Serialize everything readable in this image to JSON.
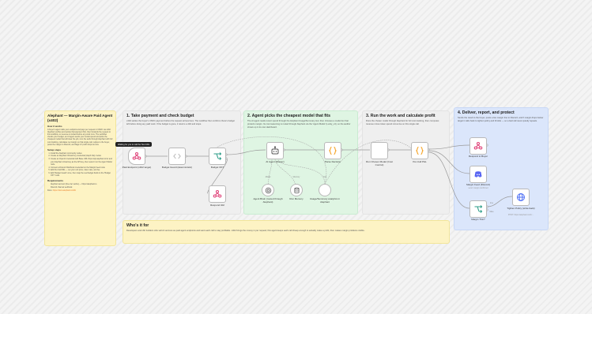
{
  "intro_note": {
    "title": "Alephant — Margin-Aware Paid Agent (x402)",
    "how_heading": "How it works",
    "how_text": "A buyer's agent calls your endpoint and pays per request in USDC via x402. Alephant verifies and settles that payment first, then forwards the request to this workflow, so revenue is locked before any work runs. The workflow checks your budget, an AI agent sends your model spend and picks the cheapest model that will clear the job, runs the work through Alephant with full cost tracking, calculates net margin on that single call, replies to the buyer, posts the margin to Discord, and flags it if profit drops too low.",
    "setup_heading": "Setup steps",
    "setup_steps": [
      "Install the Alephant community nodes",
      "Create an Alephant Virtual Key credential (Aleph link). below",
      "Create an OpenAI credential with Base URL https://api.alephant.io/v1 and your Alephant virtual key as the API key, then select it on the Agent Model node",
      "Connect a Discord Webhook credential on the Margin Feed node",
      "Edit Per-Call P&L — set your unit price, token rate, and fee",
      "Edit 'Budget Guard' once, then map the real budget fields to the 'Budget OK?' node"
    ],
    "req_heading": "Requirements",
    "requirements": [
      "Alephant account (free tier works) — https://alephant.io",
      "Discord channel webhook"
    ],
    "docs_label": "Docs:",
    "docs_link": "https://docs.alephant.io/n8n"
  },
  "sections": {
    "s1": {
      "title": "1. Take payment and check budget",
      "text": "x402 settles the buyer's USDC payment before the request arrives here. The workflow then confirms there's budget left before doing any paid work. If the budget is gone, it returns a 402 and stops."
    },
    "s2": {
      "title": "2. Agent picks the cheapest model that fits",
      "text": "The AI agent reads recent spend through the Alephant Usage/Summary tool, then chooses a model tier that protects margin. Its cost reasoning is routed through Alephant via the 'Agent Model' (Lucky_v4), so the auditor shows up in its own dashboard."
    },
    "s3": {
      "title": "3. Run the work and calculate profit",
      "text": "Runs the chosen model through Alephant for full cost tracking, then computes revenue minus token spend minus fee on this single call."
    },
    "s4": {
      "title": "4. Deliver, report, and protect",
      "text": "Sends the result to the buyer, posts a live margin line to Discord, and if margin drops below target it calls back to tighten policy and throttle — so a bad call never quietly repeats."
    },
    "s5": {
      "title": "Who's it for",
      "text": "Developers and n8n builders who sell AI services as paid agent endpoints and want each call to stay profitable. x402 brings the money in per request; this agent keeps each call cheap enough to actually make a profit, then makes margin problems visible."
    }
  },
  "tooltip": "Waiting for you to call the Test URL",
  "nodes": [
    {
      "label": "Paid Endpoint (x402 target)",
      "sub": ""
    },
    {
      "label": "Budget Guard (deterministic)",
      "sub": ""
    },
    {
      "label": "Budget OK?",
      "sub": ""
    },
    {
      "label": "Respond 402",
      "sub": ""
    },
    {
      "label": "AI Agent (Router)",
      "sub": ""
    },
    {
      "label": "Parse Decision",
      "sub": ""
    },
    {
      "label": "Agent Brain (routed through Alephant)",
      "sub": ""
    },
    {
      "label": "Run Memory",
      "sub": ""
    },
    {
      "label": "Usage/Summary analytics in Alephant",
      "sub": ""
    },
    {
      "label": "Run Chosen Model (Cost Control)",
      "sub": ""
    },
    {
      "label": "Per-Call P&L",
      "sub": ""
    },
    {
      "label": "Respond to Buyer",
      "sub": ""
    },
    {
      "label": "Margin Feed (Discord)",
      "sub": "send: margin confirmed"
    },
    {
      "label": "Margin Thin?",
      "sub": ""
    },
    {
      "label": "Tighten Policy (write-back)",
      "sub": "POST: https://alephant.io/v1/..."
    }
  ],
  "ports": {
    "model": "Model",
    "memory": "Memory",
    "tool": "Tool",
    "true": "true",
    "false": "false"
  },
  "colors": {
    "agent": "#e0457b",
    "switch": "#2f9e8a",
    "code": "#f59f1c",
    "discord": "#5865f2",
    "http": "#4c6ef5",
    "gray": "#555555"
  }
}
